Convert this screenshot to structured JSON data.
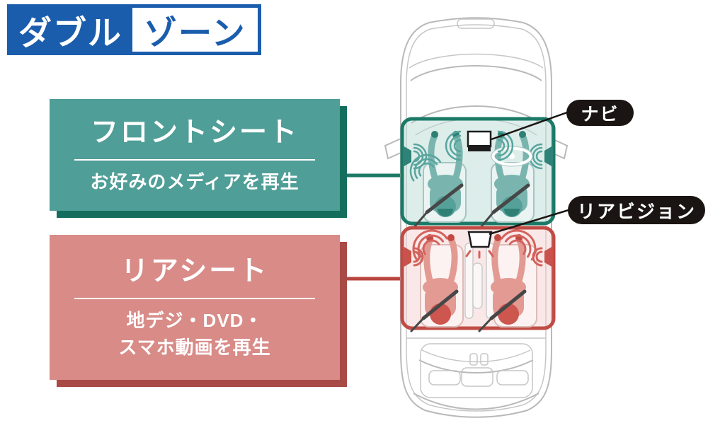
{
  "title": {
    "part1": "ダブル",
    "part2": "ゾーン"
  },
  "cards": {
    "front": {
      "title": "フロントシート",
      "subtitle": "お好みのメディアを再生"
    },
    "rear": {
      "title": "リアシート",
      "subtitle_line1": "地デジ・DVD・",
      "subtitle_line2": "スマホ動画を再生"
    }
  },
  "callouts": {
    "navi": "ナビ",
    "rear_vision": "リアビジョン"
  },
  "colors": {
    "brand_blue": "#1b5dad",
    "front_teal": "#4f9e97",
    "front_teal_shadow": "#156e5d",
    "front_zone_border": "#1b7a67",
    "rear_pink": "#d88b87",
    "rear_pink_shadow": "#a84a45",
    "rear_zone_border": "#c04c45",
    "callout_black": "#1a1512",
    "car_outline_gray": "#b9b9b9"
  },
  "diagram": {
    "vehicle": "minivan-top-view",
    "zones": [
      {
        "id": "front",
        "label": "フロントシート",
        "device": "ナビ"
      },
      {
        "id": "rear",
        "label": "リアシート",
        "device": "リアビジョン"
      }
    ]
  }
}
